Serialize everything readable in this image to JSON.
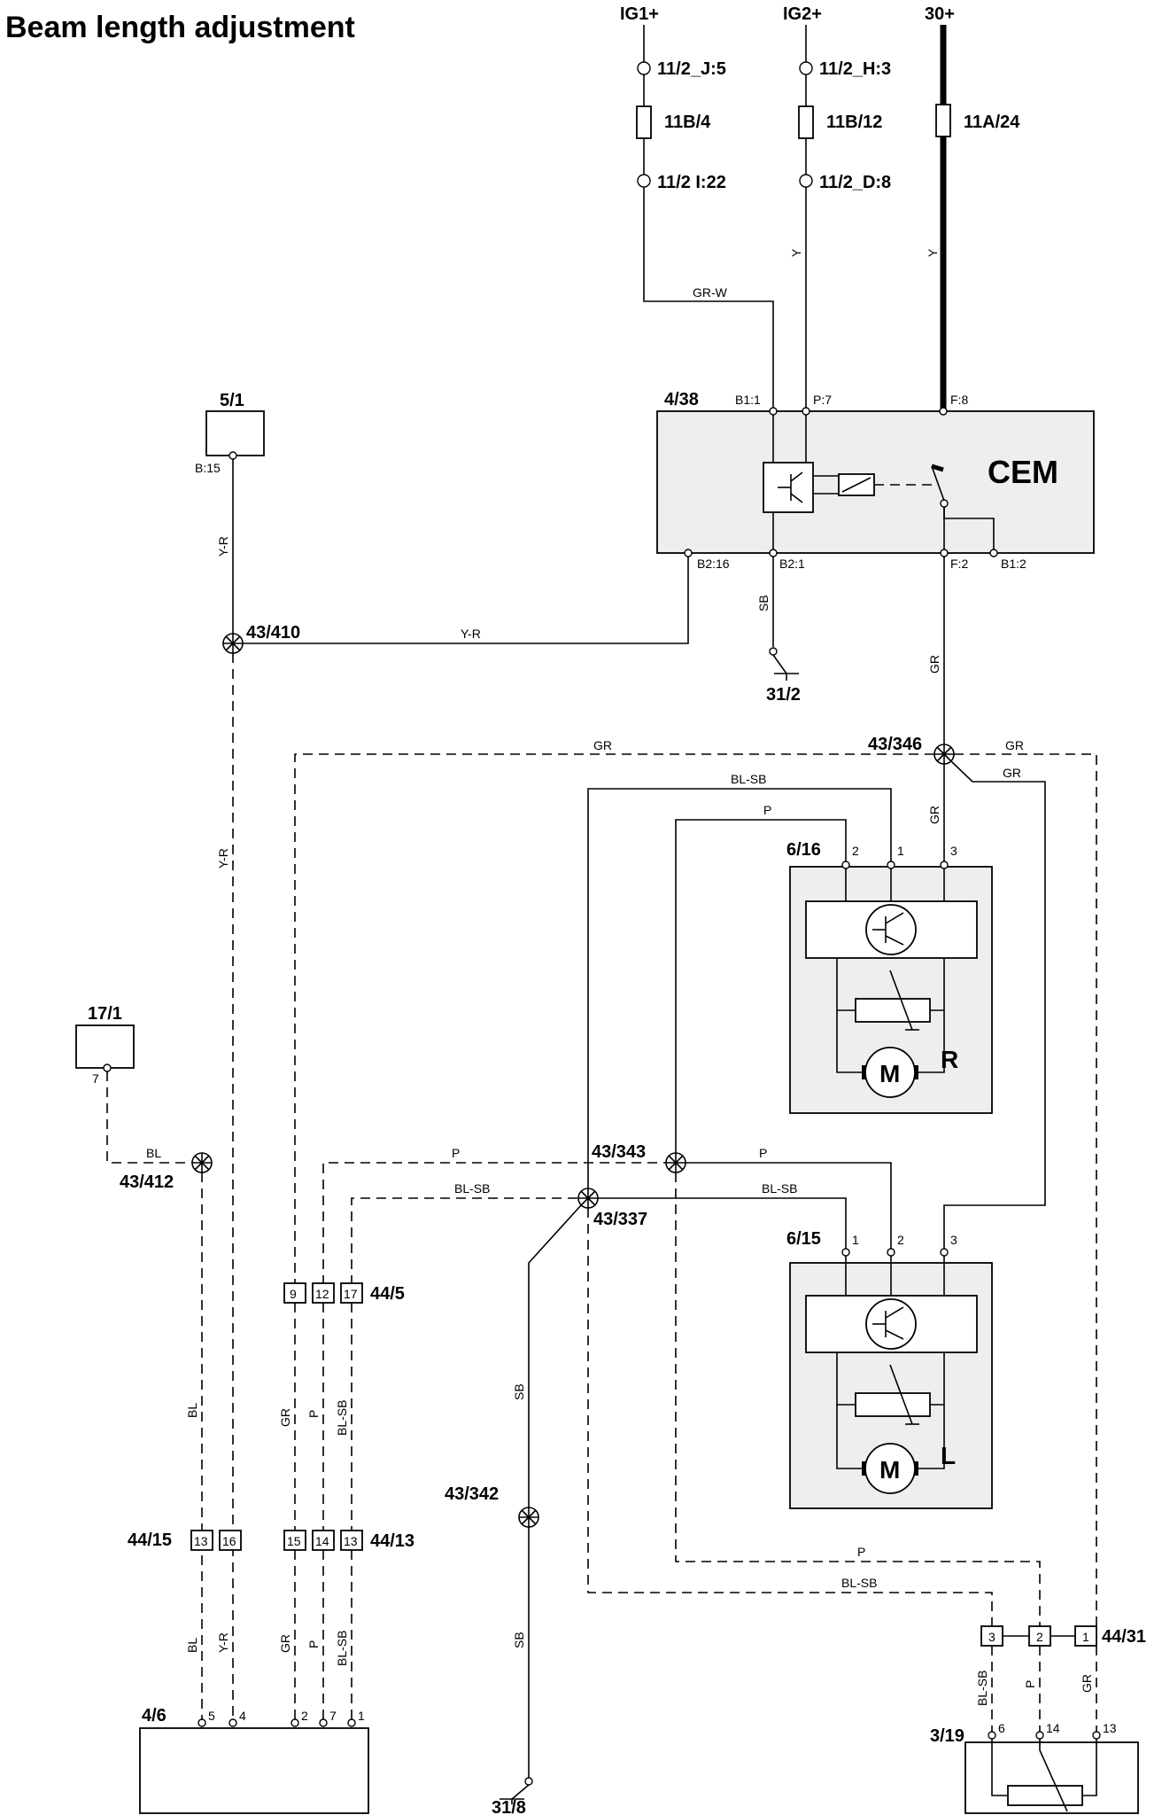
{
  "title": "Beam length adjustment",
  "supplies": {
    "ig1": "IG1+",
    "ig2": "IG2+",
    "bat": "30+"
  },
  "connectors": {
    "c11_2_j5": "11/2_J:5",
    "c11_2_h3": "11/2_H:3",
    "c11_2_i22": "11/2  I:22",
    "c11_2_d8": "11/2_D:8",
    "c44_5": "44/5",
    "c44_15": "44/15",
    "c44_13": "44/13",
    "c44_31": "44/31"
  },
  "fuses": {
    "f11b4": "11B/4",
    "f11b12": "11B/12",
    "f11a24": "11A/24"
  },
  "components": {
    "cem_ref": "4/38",
    "cem_name": "CEM",
    "c5_1": "5/1",
    "c17_1": "17/1",
    "c6_16": "6/16",
    "c6_15": "6/15",
    "c4_6": "4/6",
    "c3_19": "3/19",
    "motor_r": "R",
    "motor_l": "L",
    "motor_m": "M"
  },
  "splices": {
    "s410": "43/410",
    "s346": "43/346",
    "s343": "43/343",
    "s337": "43/337",
    "s412": "43/412",
    "s342": "43/342"
  },
  "grounds": {
    "g31_2": "31/2",
    "g31_8": "31/8"
  },
  "pins": {
    "b1_1": "B1:1",
    "p7": "P:7",
    "f8": "F:8",
    "b2_16": "B2:16",
    "b2_1": "B2:1",
    "f2": "F:2",
    "b1_2": "B1:2",
    "b15": "B:15",
    "p_7": "7",
    "m16_2": "2",
    "m16_1": "1",
    "m16_3": "3",
    "m15_1": "1",
    "m15_2": "2",
    "m15_3": "3",
    "c44_5_9": "9",
    "c44_5_12": "12",
    "c44_5_17": "17",
    "c44_15_13": "13",
    "c44_15_16": "16",
    "c44_13_15": "15",
    "c44_13_14": "14",
    "c44_13_13": "13",
    "c44_31_3": "3",
    "c44_31_2": "2",
    "c44_31_1": "1",
    "u4_6_5": "5",
    "u4_6_4": "4",
    "u4_6_2": "2",
    "u4_6_7": "7",
    "u4_6_1": "1",
    "u3_19_6": "6",
    "u3_19_14": "14",
    "u3_19_13": "13"
  },
  "wire_colors": {
    "gr_w": "GR-W",
    "y": "Y",
    "y_r": "Y-R",
    "sb": "SB",
    "gr": "GR",
    "bl_sb": "BL-SB",
    "p": "P",
    "bl": "BL"
  }
}
